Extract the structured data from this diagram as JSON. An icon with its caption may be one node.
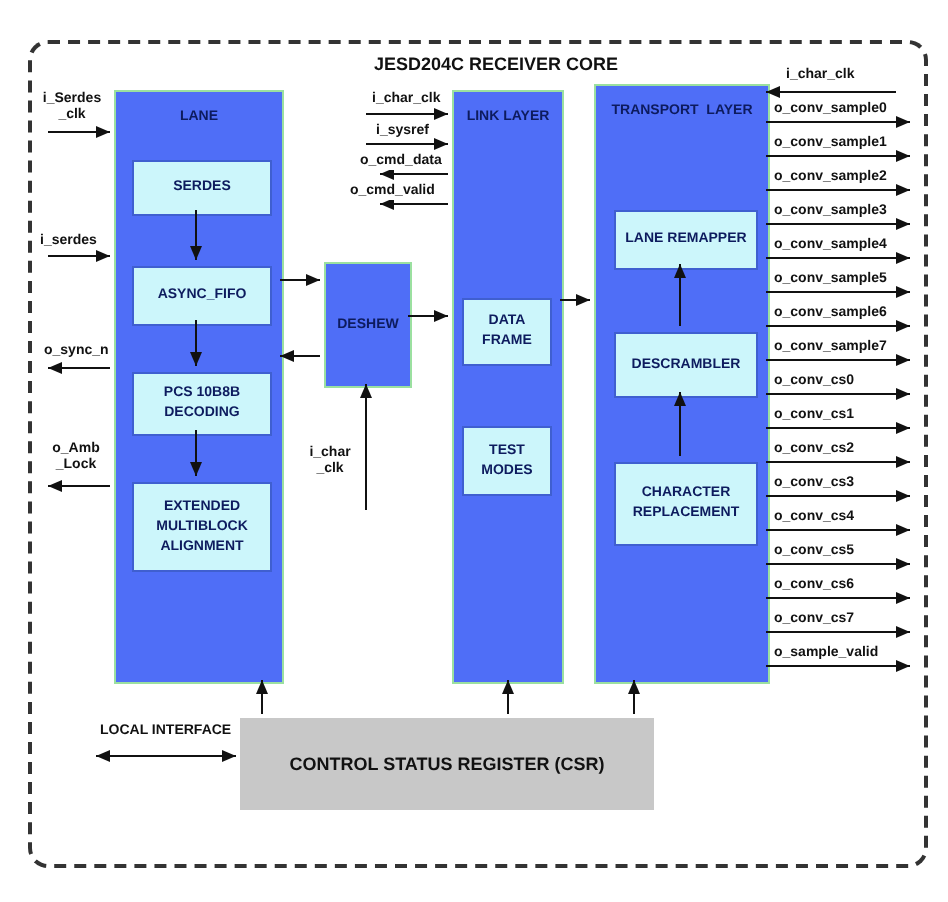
{
  "diagram": {
    "nodes": [
      {
        "text": [
          "JESD204C RECEIVER CORE"
        ]
      },
      {
        "text": [
          "LANE"
        ],
        "in": 0
      },
      {
        "text": [
          "SERDES"
        ],
        "in": 1
      },
      {
        "text": [
          "ASYNC_FIFO"
        ],
        "in": 1
      },
      {
        "text": [
          "PCS 10B8B DECODING"
        ],
        "in": 1
      },
      {
        "text": [
          "EXTENDED MULTIBLOCK ALIGNMENT"
        ],
        "in": 1
      },
      {
        "text": [
          "DESHEW"
        ],
        "in": 0
      },
      {
        "text": [
          "LINK LAYER"
        ],
        "in": 0
      },
      {
        "text": [
          "DATA FRAME"
        ],
        "in": 7
      },
      {
        "text": [
          "TEST MODES"
        ],
        "in": 7
      },
      {
        "text": [
          "TRANSPORT  LAYER"
        ],
        "in": 0
      },
      {
        "text": [
          "LANE REMAPPER"
        ],
        "in": 10
      },
      {
        "text": [
          "DESCRAMBLER"
        ],
        "in": 10
      },
      {
        "text": [
          "CHARACTER REPLACEMENT"
        ],
        "in": 10
      },
      {
        "text": [
          "CONTROL STATUS REGISTER (CSR)"
        ],
        "in": 0
      }
    ],
    "edges": [
      {
        "from": null,
        "to": 1,
        "arrow": "to",
        "label": "i_Serdes _clk"
      },
      {
        "from": null,
        "to": 1,
        "arrow": "to",
        "label": "i_serdes"
      },
      {
        "from": 1,
        "to": null,
        "arrow": "to",
        "label": "o_sync_n"
      },
      {
        "from": 1,
        "to": null,
        "arrow": "to",
        "label": "o_Amb _Lock"
      },
      {
        "from": 2,
        "to": 3,
        "arrow": "to"
      },
      {
        "from": 3,
        "to": 4,
        "arrow": "to"
      },
      {
        "from": 4,
        "to": 5,
        "arrow": "to"
      },
      {
        "from": 1,
        "to": 6,
        "arrow": "to"
      },
      {
        "from": 6,
        "to": 1,
        "arrow": "to"
      },
      {
        "from": null,
        "to": 7,
        "arrow": "to",
        "label": "i_char_clk"
      },
      {
        "from": null,
        "to": 7,
        "arrow": "to",
        "label": "i_sysref"
      },
      {
        "from": 7,
        "to": null,
        "arrow": "to",
        "label": "o_cmd_data"
      },
      {
        "from": 7,
        "to": null,
        "arrow": "to",
        "label": "o_cmd_valid"
      },
      {
        "from": 6,
        "to": 7,
        "arrow": "to"
      },
      {
        "from": null,
        "to": 6,
        "arrow": "to",
        "label": "i_char _clk"
      },
      {
        "from": 7,
        "to": 10,
        "arrow": "to"
      },
      {
        "from": null,
        "to": 10,
        "arrow": "to",
        "label": "i_char_clk"
      },
      {
        "from": 10,
        "to": null,
        "arrow": "to",
        "label": "o_conv_sample0"
      },
      {
        "from": 10,
        "to": null,
        "arrow": "to",
        "label": "o_conv_sample1"
      },
      {
        "from": 10,
        "to": null,
        "arrow": "to",
        "label": "o_conv_sample2"
      },
      {
        "from": 10,
        "to": null,
        "arrow": "to",
        "label": "o_conv_sample3"
      },
      {
        "from": 10,
        "to": null,
        "arrow": "to",
        "label": "o_conv_sample4"
      },
      {
        "from": 10,
        "to": null,
        "arrow": "to",
        "label": "o_conv_sample5"
      },
      {
        "from": 10,
        "to": null,
        "arrow": "to",
        "label": "o_conv_sample6"
      },
      {
        "from": 10,
        "to": null,
        "arrow": "to",
        "label": "o_conv_sample7"
      },
      {
        "from": 10,
        "to": null,
        "arrow": "to",
        "label": "o_conv_cs0"
      },
      {
        "from": 10,
        "to": null,
        "arrow": "to",
        "label": "o_conv_cs1"
      },
      {
        "from": 10,
        "to": null,
        "arrow": "to",
        "label": "o_conv_cs2"
      },
      {
        "from": 10,
        "to": null,
        "arrow": "to",
        "label": "o_conv_cs3"
      },
      {
        "from": 10,
        "to": null,
        "arrow": "to",
        "label": "o_conv_cs4"
      },
      {
        "from": 10,
        "to": null,
        "arrow": "to",
        "label": "o_conv_cs5"
      },
      {
        "from": 10,
        "to": null,
        "arrow": "to",
        "label": "o_conv_cs6"
      },
      {
        "from": 10,
        "to": null,
        "arrow": "to",
        "label": "o_conv_cs7"
      },
      {
        "from": 10,
        "to": null,
        "arrow": "to",
        "label": "o_sample_valid"
      },
      {
        "from": 13,
        "to": 12,
        "arrow": "to"
      },
      {
        "from": 12,
        "to": 11,
        "arrow": "to"
      },
      {
        "from": 14,
        "to": 1,
        "arrow": "to"
      },
      {
        "from": 14,
        "to": 7,
        "arrow": "to"
      },
      {
        "from": 14,
        "to": 10,
        "arrow": "to"
      },
      {
        "from": null,
        "to": 14,
        "arrow": "both",
        "label": "LOCAL INTERFACE"
      }
    ]
  }
}
